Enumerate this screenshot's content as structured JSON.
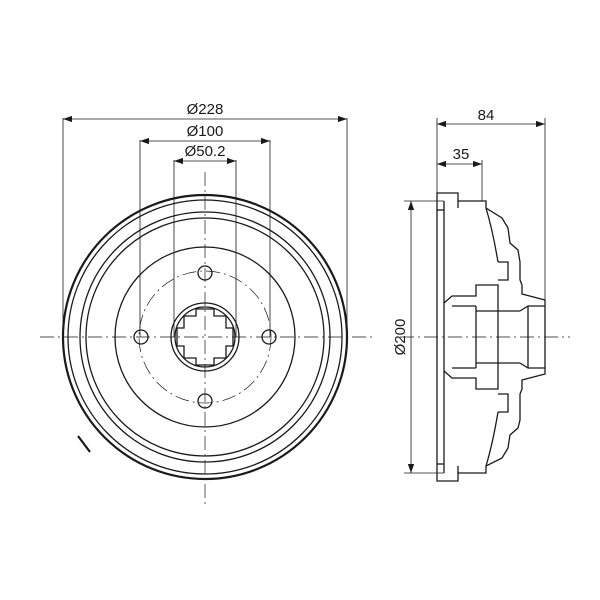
{
  "front_view": {
    "dim_outer": "Ø228",
    "dim_bolt_circle": "Ø100",
    "dim_center_bore": "Ø50.2"
  },
  "side_view": {
    "dim_total_width": "84",
    "dim_flange_width": "35",
    "dim_drum_diameter": "Ø200"
  }
}
